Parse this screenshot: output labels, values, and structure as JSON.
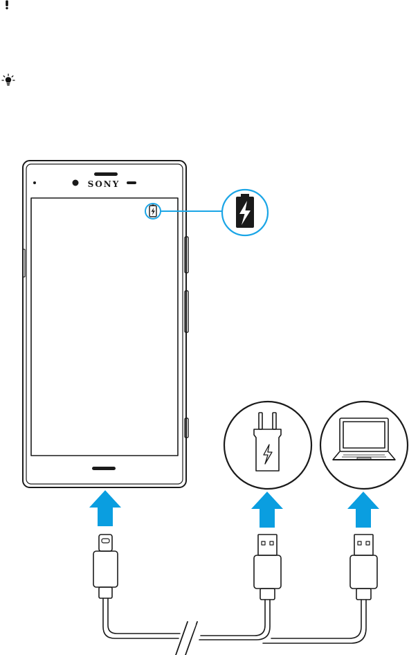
{
  "figure": {
    "phone": {
      "brand": "SONY"
    },
    "callouts": [
      "battery-charging",
      "wall-charger",
      "laptop-computer"
    ],
    "colors": {
      "arrow": "#0a9ee0",
      "callout_ring": "#1aa5e6",
      "line": "#1a1a1a",
      "background": "#ffffff"
    }
  }
}
